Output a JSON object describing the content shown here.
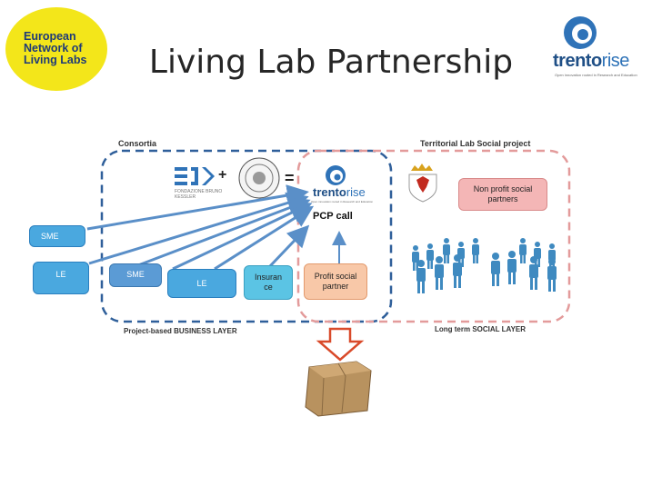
{
  "title": "Living Lab Partnership",
  "enoll_logo": {
    "line1": "European",
    "line2": "Network of",
    "line3": "Living Labs"
  },
  "trento_logo_top": {
    "text_left": "trento",
    "text_right": "rise",
    "tagline": "Open innovation rooted in Research and Education"
  },
  "labels": {
    "consortia": "Consortia",
    "territorial": "Territorial Lab Social project",
    "business_layer": "Project-based BUSINESS LAYER",
    "social_layer": "Long term SOCIAL LAYER",
    "pcp_call": "PCP call",
    "plus": "+",
    "equals": "=",
    "fbk_sub": "FONDAZIONE BRUNO KESSLER"
  },
  "boxes": {
    "sme_left": "SME",
    "le_left": "LE",
    "sme_mid": "SME",
    "le_mid": "LE",
    "insurance": "Insuran ce",
    "profit": "Profit social partner",
    "nonprofit": "Non profit social partners"
  },
  "trento_logo_mid": {
    "text_left": "trento",
    "text_right": "rise",
    "tagline": "Open innovation rooted in Research and Education"
  },
  "colors": {
    "blue_dashed": "#2f5f9a",
    "pink_dashed": "#e39b9b",
    "arrow": "#5a8fc8",
    "down_arrow": "#d94a2a",
    "people": "#3f8ac0"
  }
}
